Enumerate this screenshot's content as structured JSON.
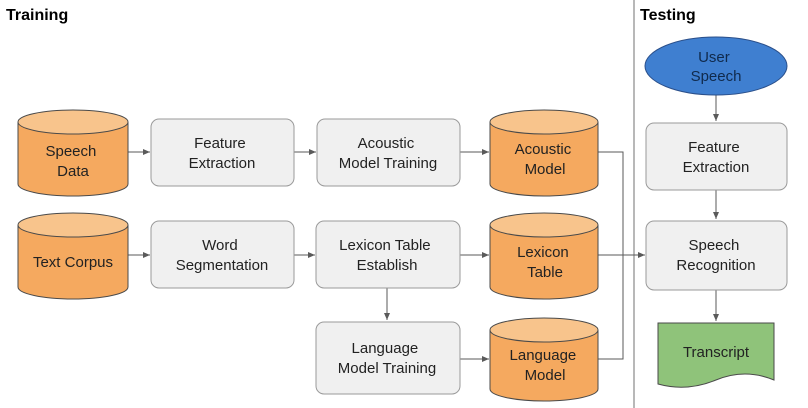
{
  "sections": {
    "training": "Training",
    "testing": "Testing"
  },
  "nodes": {
    "speech_data": [
      "Speech",
      "Data"
    ],
    "feature_extraction_train": [
      "Feature",
      "Extraction"
    ],
    "acoustic_model_training": [
      "Acoustic",
      "Model Training"
    ],
    "acoustic_model": [
      "Acoustic",
      "Model"
    ],
    "text_corpus": [
      "Text Corpus"
    ],
    "word_segmentation": [
      "Word",
      "Segmentation"
    ],
    "lexicon_table_establish": [
      "Lexicon Table",
      "Establish"
    ],
    "lexicon_table": [
      "Lexicon",
      "Table"
    ],
    "language_model_training": [
      "Language",
      "Model Training"
    ],
    "language_model": [
      "Language",
      "Model"
    ],
    "user_speech": [
      "User",
      "Speech"
    ],
    "feature_extraction_test": [
      "Feature",
      "Extraction"
    ],
    "speech_recognition": [
      "Speech",
      "Recognition"
    ],
    "transcript": [
      "Transcript"
    ]
  },
  "colors": {
    "database": "#f5a95f",
    "database_top": "#f8c48c",
    "process": "#f0f0f0",
    "input": "#3f7fd0",
    "output": "#8fc37a"
  }
}
